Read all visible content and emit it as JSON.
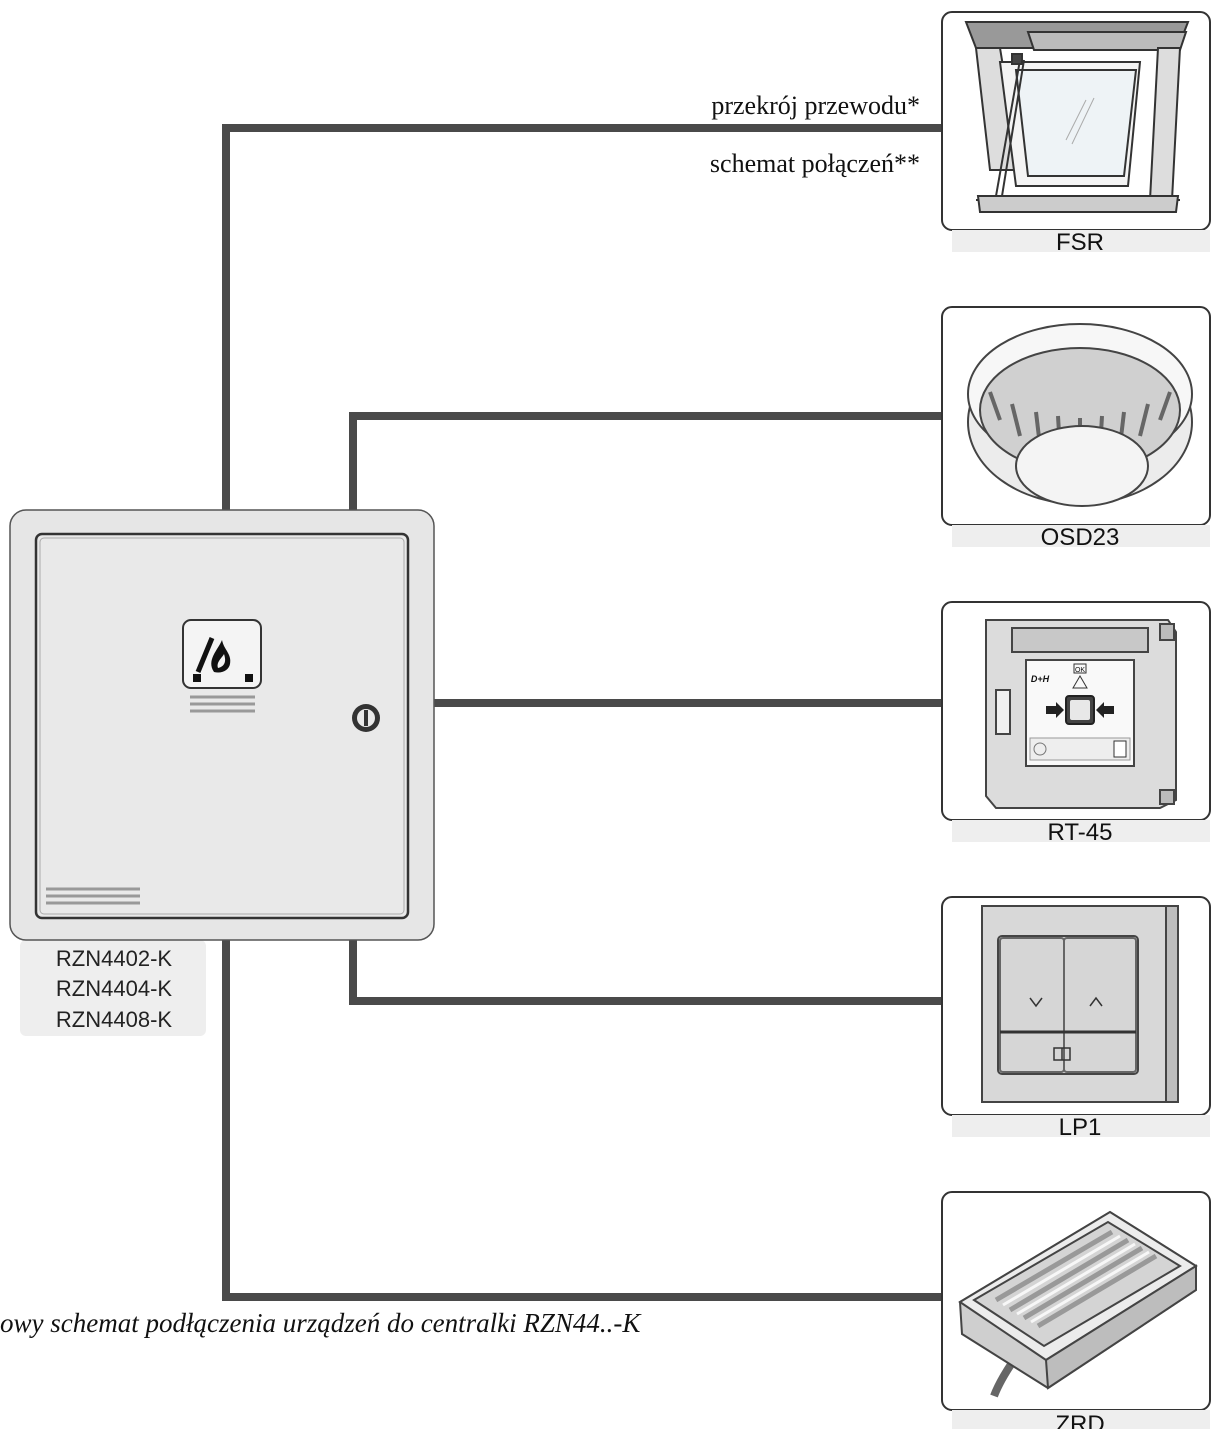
{
  "annotations": {
    "cable_cross_section": "przekrój przewodu*",
    "wiring_diagram": "schemat połączeń**"
  },
  "caption": "owy schemat podłączenia urządzeń do centralki RZN44..-K",
  "control_panel": {
    "models": [
      "RZN4402-K",
      "RZN4404-K",
      "RZN4408-K"
    ]
  },
  "devices": {
    "fsr": "FSR",
    "osd23": "OSD23",
    "rt45": "RT-45",
    "lp1": "LP1",
    "zrd": "ZRD"
  },
  "rt45_panel": {
    "brand": "D+H",
    "ok": "OK"
  },
  "colors": {
    "wire": "#4a4a4a",
    "panel_fill": "#e6e6e6",
    "label_band": "#eeeeee"
  }
}
